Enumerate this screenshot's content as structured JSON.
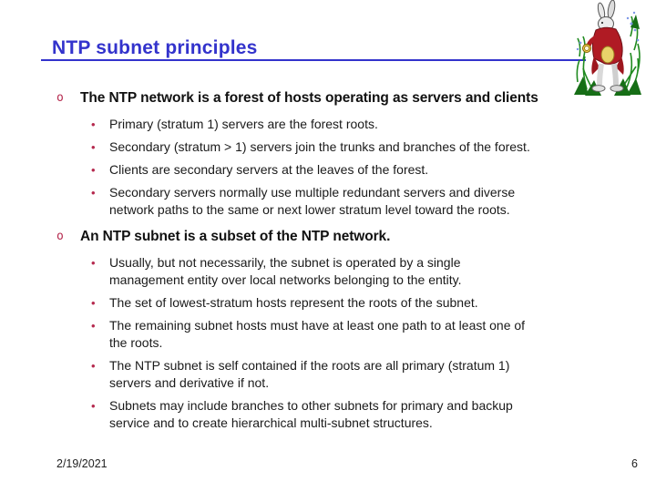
{
  "slide": {
    "title": "NTP subnet principles",
    "bullet_glyph": "•",
    "sections": [
      {
        "marker": "o",
        "heading": "The NTP network is a forest of hosts operating as servers and clients",
        "items": [
          "Primary (stratum 1) servers are the forest roots.",
          "Secondary (stratum > 1) servers join the trunks and branches of the forest.",
          "Clients are secondary servers at the leaves of the forest.",
          "Secondary servers normally use multiple redundant servers and diverse\nnetwork paths to the same or next lower stratum level toward the roots."
        ]
      },
      {
        "marker": "o",
        "heading": "An NTP subnet is a subset of the NTP network.",
        "items": [
          "Usually, but not necessarily, the subnet is operated by a single\nmanagement entity over local networks belonging to the entity.",
          "The set of lowest-stratum hosts represent the roots of the subnet.",
          "The remaining subnet hosts must have at least one path to at least one of\nthe roots.",
          "The NTP subnet is self contained if the roots are all primary (stratum 1)\nservers and derivative if not.",
          "Subnets may include branches to other subnets for primary and backup\nservice and to create hierarchical multi-subnet structures."
        ]
      }
    ],
    "footer": {
      "date": "2/19/2021",
      "page": "6"
    },
    "colors": {
      "title_blue": "#3333cc",
      "bullet_red": "#b5294e",
      "body_text": "#1a1a1a",
      "background": "#ffffff"
    },
    "icons": {
      "corner_illustration": "white-rabbit-with-pocket-watch"
    }
  }
}
